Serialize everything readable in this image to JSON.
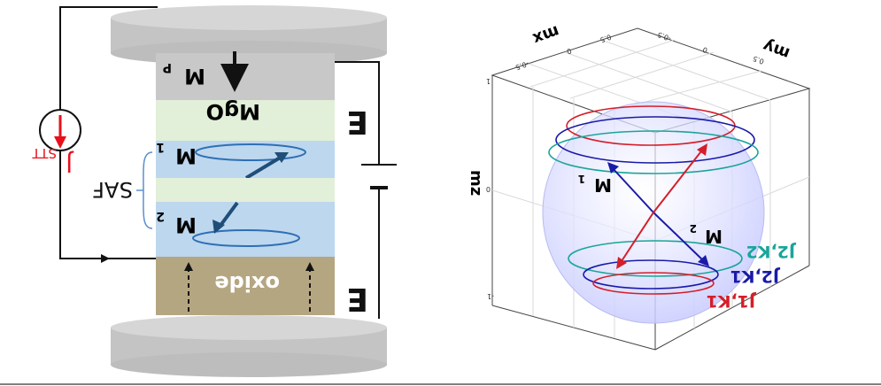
{
  "left_panel": {
    "layers": {
      "mp": "M",
      "mp_sub": "P",
      "mgo": "MgO",
      "m1": "M",
      "m1_sub": "1",
      "m2": "M",
      "m2_sub": "2",
      "oxide": "oxide"
    },
    "saf_label": "SAF",
    "current_label": "J",
    "current_sub": "STT",
    "field_label_top": "E",
    "field_label_bottom": "E"
  },
  "right_panel": {
    "axis_labels": {
      "mx": "mx",
      "my": "my",
      "mz": "mz"
    },
    "mx_ticks": [
      "-0.5",
      "0",
      "0.5"
    ],
    "my_ticks": [
      "-0.5",
      "0",
      "0.5"
    ],
    "mz_ticks": [
      "1",
      "0",
      "-1"
    ],
    "vector_labels": {
      "m1": "M",
      "m1_sub": "1",
      "m2": "M",
      "m2_sub": "2"
    },
    "legend": [
      {
        "label": "J2,K2",
        "color": "#1aa59a"
      },
      {
        "label": "J2,K1",
        "color": "#1a1aa8"
      },
      {
        "label": "J1,K1",
        "color": "#d41e2a"
      }
    ]
  },
  "colors": {
    "electrode": "#c4c4c4",
    "mp_layer": "#c8c8c8",
    "mgo_layer": "#e2efd9",
    "saf_layer": "#bdd7ee",
    "oxide_layer": "#b5a682",
    "current": "#e8101a",
    "arrow_blue": "#1f4e79",
    "sphere": "#d7d9ff"
  }
}
